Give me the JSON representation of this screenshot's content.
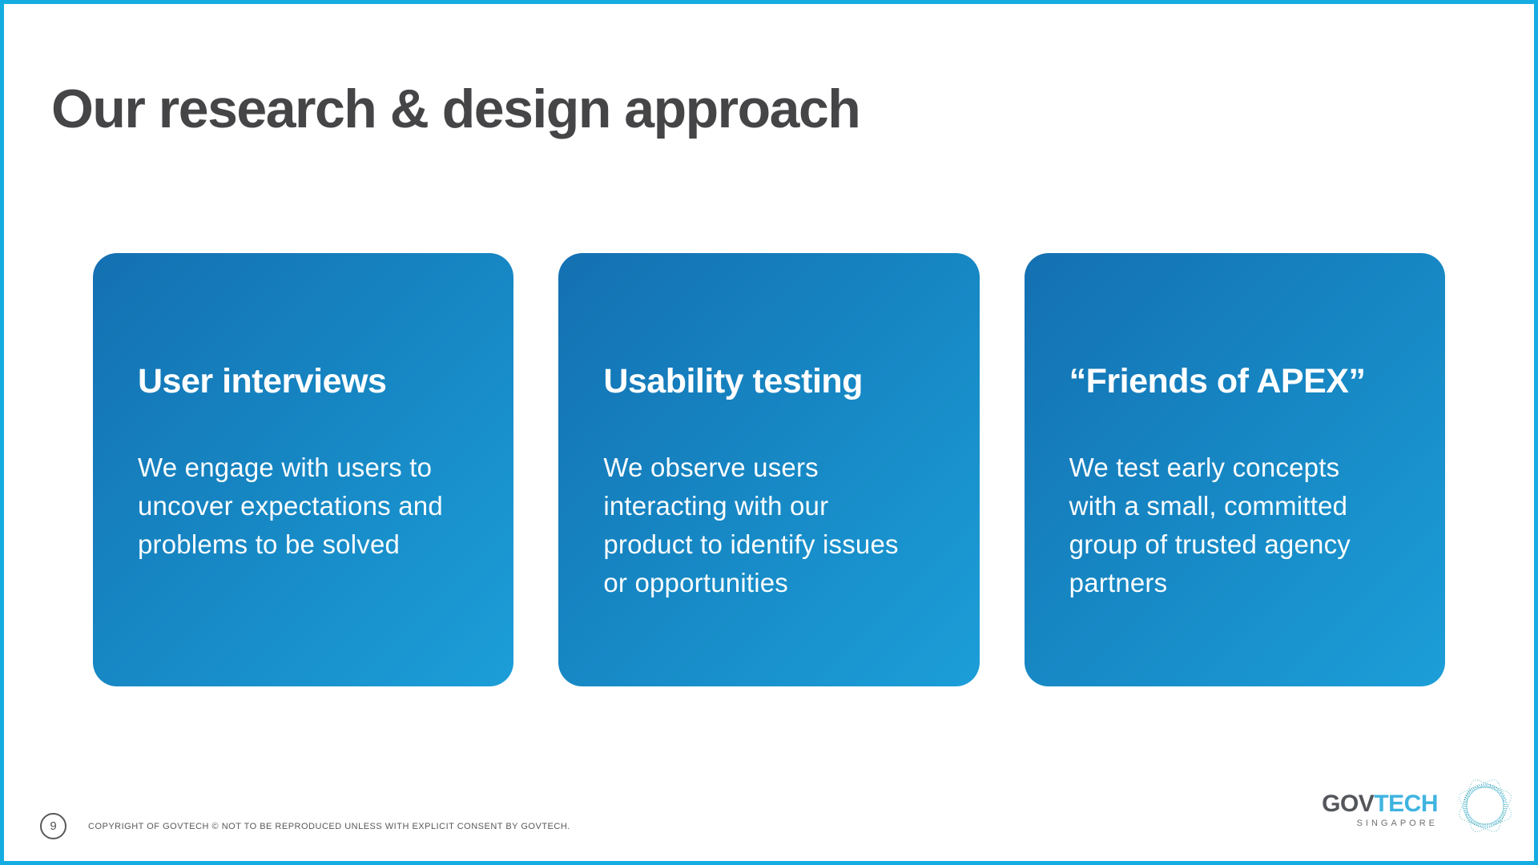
{
  "slide": {
    "title": "Our research & design approach",
    "page_number": "9",
    "copyright": "COPYRIGHT OF GOVTECH © NOT TO BE REPRODUCED UNLESS WITH EXPLICIT CONSENT BY GOVTECH."
  },
  "cards": [
    {
      "heading": "User interviews",
      "body": [
        "We engage with users to",
        "uncover expectations and",
        "problems to be solved"
      ]
    },
    {
      "heading": "Usability testing",
      "body": [
        "We observe users",
        "interacting with our",
        "product to identify issues",
        "or opportunities"
      ]
    },
    {
      "heading": "“Friends of APEX”",
      "body": [
        "We test early concepts",
        "with a small, committed",
        "group of trusted agency",
        "partners"
      ]
    }
  ],
  "logo": {
    "gov": "GOV",
    "tech": "TECH",
    "subtitle": "SINGAPORE"
  },
  "colors": {
    "slide_border": "#15ade1",
    "card_gradient_start": "#1470b2",
    "card_gradient_end": "#1c9ed8",
    "title_text": "#454547",
    "footer_text": "#58595b",
    "logo_gov": "#53565a",
    "logo_tech": "#3fb4e0",
    "rosette_teal": "#2ea99b",
    "rosette_blue": "#3bb2d6"
  }
}
